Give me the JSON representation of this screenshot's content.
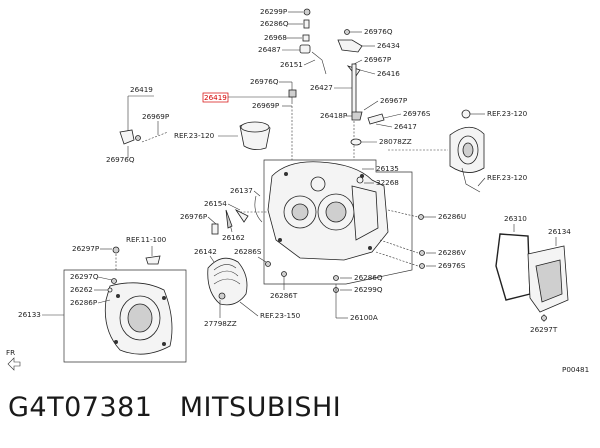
{
  "labels": {
    "p26299P_top": "26299P",
    "p26286Q_top": "26286Q",
    "p26968": "26968",
    "p26487": "26487",
    "p26151": "26151",
    "p26976Q_top": "26976Q",
    "p26434": "26434",
    "p26967P_top": "26967P",
    "p26416": "26416",
    "p26976Q_mid": "26976Q",
    "p26419_hl": "26419",
    "p26969P_mid": "26969P",
    "p26427": "26427",
    "p26419_left": "26419",
    "p26969P_left": "26969P",
    "p26976Q_left": "26976Q",
    "ref23120_left": "REF.23-120",
    "p26967P_mid": "26967P",
    "p26418P": "26418P",
    "p26976S_mid": "26976S",
    "p26417": "26417",
    "p28078ZZ": "28078ZZ",
    "p26135": "26135",
    "p32268": "32268",
    "ref23120_right1": "REF.23-120",
    "ref23120_right2": "REF.23-120",
    "p26137": "26137",
    "p26154": "26154",
    "p26976P": "26976P",
    "p26162": "26162",
    "p26286U": "26286U",
    "p26310": "26310",
    "p26134": "26134",
    "ref11100": "REF.11-100",
    "p26142": "26142",
    "p26286S": "26286S",
    "p26297P_left": "26297P",
    "p26286V": "26286V",
    "p26976S_right": "26976S",
    "p26297Q": "26297Q",
    "p26262": "26262",
    "p26286P": "26286P",
    "p26286Q_bot": "26286Q",
    "p26299Q": "26299Q",
    "p26286T": "26286T",
    "p26133": "26133",
    "p27798ZZ": "27798ZZ",
    "ref23150": "REF.23-150",
    "p26100A": "26100A",
    "p26297T": "26297T",
    "fr": "FR",
    "p00481": "P00481"
  },
  "caption": "G4T07381   MITSUBISHI",
  "highlight_color": "#d40000"
}
